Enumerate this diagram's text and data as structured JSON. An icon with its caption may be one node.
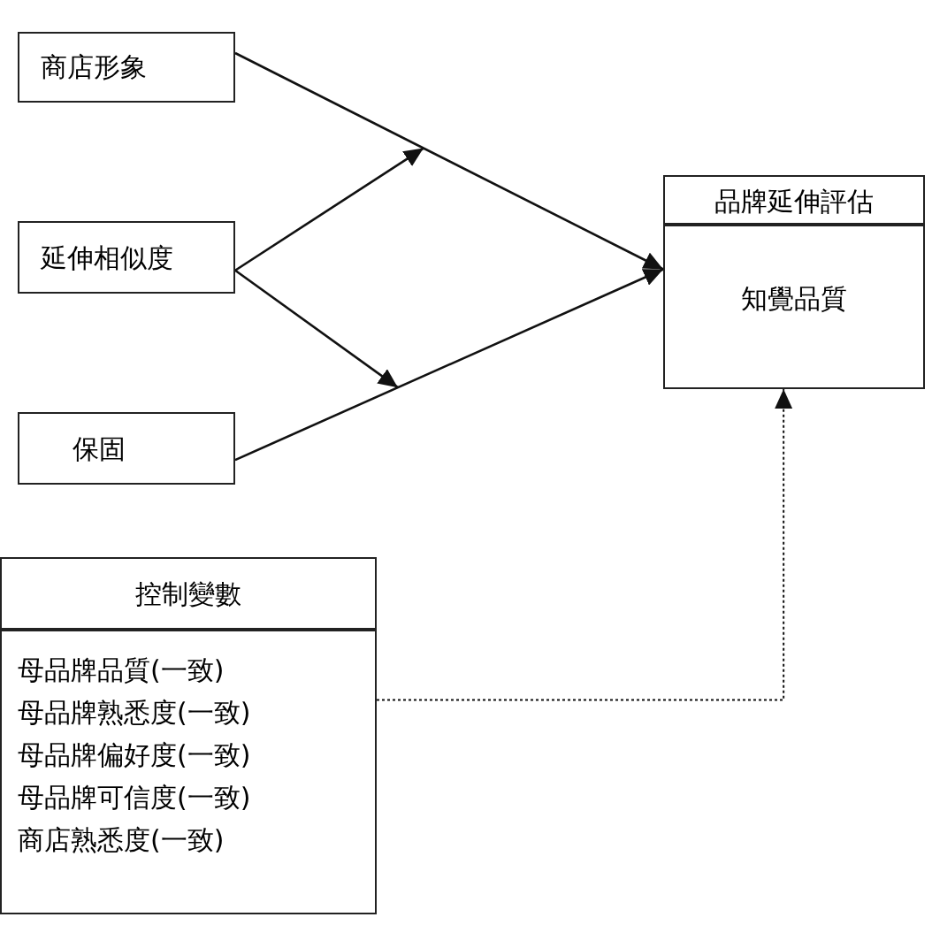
{
  "diagram": {
    "nodes": [
      {
        "text": [
          "商店形象"
        ]
      },
      {
        "text": [
          "延伸相似度"
        ]
      },
      {
        "text": [
          "保固"
        ]
      },
      {
        "text": [
          "品牌延伸評估",
          "知覺品質"
        ]
      },
      {
        "text": [
          "控制變數",
          "母品牌品質(一致)",
          "母品牌熟悉度(一致)",
          "母品牌偏好度(一致)",
          "母品牌可信度(一致)",
          "商店熟悉度(一致)"
        ]
      }
    ],
    "edges": [
      {
        "from": 0,
        "to": 3,
        "arrow": "to"
      },
      {
        "from": 1,
        "to": null,
        "arrow": "to"
      },
      {
        "from": 1,
        "to": null,
        "arrow": "to"
      },
      {
        "from": 2,
        "to": 3,
        "arrow": "to"
      },
      {
        "from": 4,
        "to": 3,
        "arrow": "to",
        "style": "dashed"
      }
    ]
  }
}
